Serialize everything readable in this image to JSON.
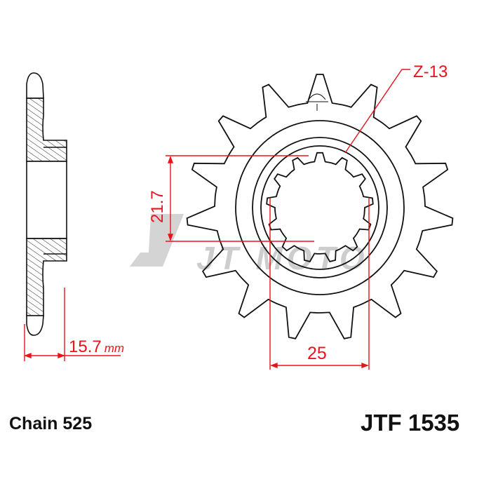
{
  "drawing": {
    "teeth_label": "Z-13",
    "spline_width": "21.7",
    "bore_diameter": "25",
    "thickness_value": "15.7",
    "thickness_unit": "mm",
    "outer_teeth_count": 15,
    "spline_teeth_count": 13
  },
  "watermark": {
    "text": "JT MOTO"
  },
  "footer": {
    "chain": "Chain 525",
    "part_number": "JTF 1535"
  },
  "colors": {
    "dimension": "#e8141c",
    "outline": "#111111",
    "watermark": "#c8c8c8"
  }
}
